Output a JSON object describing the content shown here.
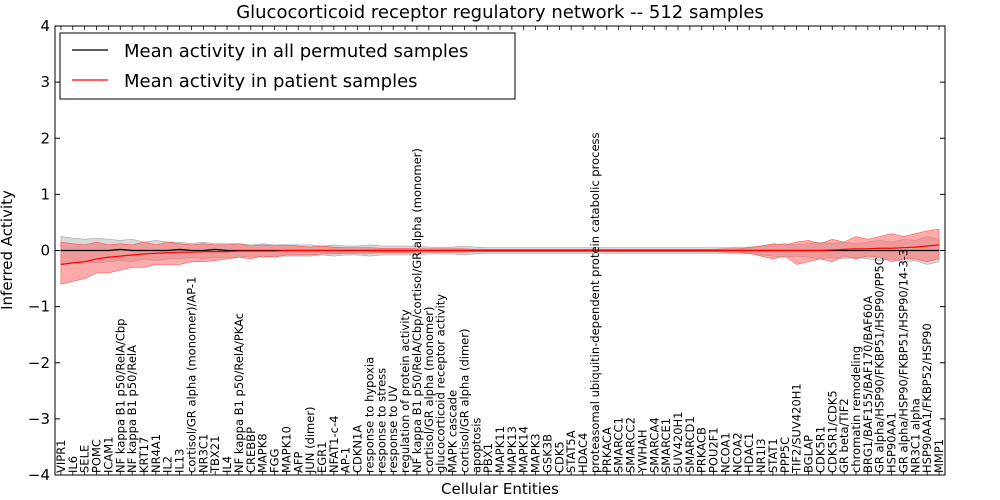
{
  "chart_data": {
    "type": "line",
    "title": "Glucocorticoid receptor regulatory network -- 512 samples",
    "xlabel": "Cellular Entities",
    "ylabel": "Inferred Activity",
    "ylim": [
      -4,
      4
    ],
    "yticks": [
      "−4",
      "−3",
      "−2",
      "−1",
      "0",
      "1",
      "2",
      "3",
      "4"
    ],
    "legend_position": "top-left",
    "grid": false,
    "colors": {
      "permuted": "#000000",
      "patient": "#ff0000",
      "patient_band": "#ff6666",
      "permuted_band": "#bfbfbf"
    },
    "categories": [
      "VIPR1",
      "IL6",
      "SELE",
      "POMC",
      "ICAM1",
      "NF kappa B1 p50/RelA/Cbp",
      "NF kappa B1 p50/RelA",
      "KRT17",
      "NR4A1",
      "IL2",
      "IL13",
      "cortisol/GR alpha (monomer)/AP-1",
      "NR3C1",
      "TBX21",
      "IL4",
      "NF kappa B1 p50/RelA/PKAc",
      "CREBBP",
      "MAPK8",
      "FGG",
      "MAPK10",
      "AFP",
      "JUN (dimer)",
      "EGR1",
      "NFAT1-c-4",
      "AP-1",
      "CDKN1A",
      "response to hypoxia",
      "response to stress",
      "response to UV",
      "regulation of protein activity",
      "NF kappa B1 p50/RelA/Cbp/cortisol/GR alpha (monomer)",
      "cortisol/GR alpha (monomer)",
      "glucocorticoid receptor activity",
      "MAPK cascade",
      "cortisol/GR alpha (dimer)",
      "apoptosis",
      "PBX1",
      "MAPK11",
      "MAPK13",
      "MAPK14",
      "MAPK3",
      "GSK3B",
      "CDK5",
      "STAT5A",
      "HDAC4",
      "proteasomal ubiquitin-dependent protein catabolic process",
      "PRKACA",
      "SMARCC1",
      "SMARCC2",
      "YWHAH",
      "SMARCA4",
      "SMARCE1",
      "SUV420H1",
      "SMARCD1",
      "PRKACB",
      "POU2F1",
      "NCOA1",
      "NCOA2",
      "HDAC1",
      "NR1I3",
      "STAT1",
      "PPP5C",
      "TIF2/SUV420H1",
      "BGLAP",
      "CDK5R1",
      "CDK5R1/CDK5",
      "GR beta/TIF2",
      "chromatin remodeling",
      "BRG1/BAF155/BAF170/BAF60A",
      "GR alpha/HSP90/FKBP51/HSP90/PP5C",
      "HSP90AA1",
      "GR alpha/HSP90/FKBP51/HSP90/14-3-3",
      "NR3C1 alpha",
      "HSP90AA1/FKBP52/HSP90",
      "MMP1"
    ],
    "category_labels": [
      "VIPR1",
      "IL6",
      "SELE",
      "POMC",
      "ICAM1",
      "NF kappa B1 p50/RelA/Cbp",
      "NF kappa B1 p50/RelA",
      "KRT17",
      "NR4A1",
      "IL2",
      "IL13",
      "cortisol/GR alpha (monomer)/AP-1",
      "NR3C1",
      "TBX21",
      "IL4",
      "NF kappa B1 p50/RelA/PKAc",
      "CREBBP",
      "MAPK8",
      "FGG",
      "MAPK10",
      "AFP",
      "JUN (dimer)",
      "EGR1",
      "NFAT1-c-4",
      "AP-1",
      "CDKN1A",
      "response to hypoxia",
      "response to stress",
      "response to UV",
      "regulation of protein activity",
      "NF kappa B1 p50/RelA/Cbp/cortisol/GR alpha (monomer)",
      "cortisol/GR alpha (monomer)",
      "glucocorticoid receptor activity",
      "MAPK cascade",
      "cortisol/GR alpha (dimer)",
      "apoptosis",
      "PBX1",
      "MAPK11",
      "MAPK13",
      "MAPK14",
      "MAPK3",
      "GSK3B",
      "CDK5",
      "STAT5A",
      "HDAC4",
      "proteasomal ubiquitin-dependent protein catabolic process",
      "PRKACA",
      "SMARCC1",
      "SMARCC2",
      "YWHAH",
      "SMARCA4",
      "SMARCE1",
      "SUV420H1",
      "SMARCD1",
      "PRKACB",
      "POU2F1",
      "NCOA1",
      "NCOA2",
      "HDAC1",
      "NR1I3",
      "STAT1",
      "PPP5C",
      "TIF2/SUV420H1",
      "BGLAP",
      "CDK5R1",
      "CDK5R1/CDK5",
      "GR beta/TIF2",
      "chromatin remodeling",
      "BRG1/BAF155/BAF170/BAF60A",
      "GR alpha/HSP90/FKBP51/HSP90/PP5C",
      "HSP90AA1",
      "GR alpha/HSP90/FKBP51/HSP90/14-3-3",
      "NR3C1 alpha",
      "HSP90AA1/FKBP52/HSP90",
      "MMP1"
    ],
    "series": [
      {
        "name": "Mean activity in all permuted samples",
        "values": [
          0.0,
          0.0,
          0.0,
          0.0,
          0.0,
          0.02,
          0.0,
          0.0,
          0.0,
          0.0,
          0.02,
          0.0,
          0.0,
          0.02,
          0.0,
          0.0,
          0.0,
          0.0,
          0.0,
          0.0,
          0.0,
          0.0,
          0.0,
          0.0,
          0.0,
          0.0,
          0.0,
          0.0,
          0.0,
          0.0,
          0.0,
          0.0,
          0.0,
          0.0,
          0.0,
          0.0,
          0.0,
          0.0,
          0.0,
          0.0,
          0.0,
          0.0,
          0.0,
          0.0,
          0.0,
          0.0,
          0.0,
          0.0,
          0.0,
          0.0,
          0.0,
          0.0,
          0.0,
          0.0,
          0.0,
          0.0,
          0.0,
          0.0,
          0.0,
          0.0,
          0.0,
          0.0,
          0.0,
          0.0,
          0.0,
          0.0,
          0.0,
          0.0,
          0.0,
          0.0,
          0.0,
          0.0,
          0.0,
          0.0,
          0.0
        ],
        "band_low": [
          -0.25,
          -0.22,
          -0.2,
          -0.22,
          -0.2,
          -0.18,
          -0.2,
          -0.15,
          -0.18,
          -0.15,
          -0.15,
          -0.12,
          -0.15,
          -0.12,
          -0.12,
          -0.12,
          -0.1,
          -0.12,
          -0.1,
          -0.1,
          -0.1,
          -0.1,
          -0.08,
          -0.1,
          -0.08,
          -0.08,
          -0.1,
          -0.08,
          -0.08,
          -0.08,
          -0.08,
          -0.06,
          -0.06,
          -0.06,
          -0.08,
          -0.06,
          -0.05,
          -0.05,
          -0.05,
          -0.05,
          -0.05,
          -0.05,
          -0.05,
          -0.05,
          -0.05,
          -0.05,
          -0.05,
          -0.05,
          -0.05,
          -0.05,
          -0.05,
          -0.05,
          -0.05,
          -0.05,
          -0.05,
          -0.05,
          -0.05,
          -0.06,
          -0.06,
          -0.08,
          -0.1,
          -0.12,
          -0.1,
          -0.12,
          -0.15,
          -0.12,
          -0.15,
          -0.12,
          -0.15,
          -0.18,
          -0.15,
          -0.2,
          -0.18,
          -0.25,
          -0.2
        ],
        "band_high": [
          0.25,
          0.22,
          0.2,
          0.22,
          0.2,
          0.18,
          0.2,
          0.15,
          0.18,
          0.15,
          0.15,
          0.12,
          0.15,
          0.12,
          0.12,
          0.12,
          0.1,
          0.12,
          0.1,
          0.1,
          0.1,
          0.1,
          0.08,
          0.1,
          0.08,
          0.08,
          0.1,
          0.08,
          0.08,
          0.08,
          0.08,
          0.06,
          0.06,
          0.06,
          0.08,
          0.06,
          0.05,
          0.05,
          0.05,
          0.05,
          0.05,
          0.05,
          0.05,
          0.05,
          0.05,
          0.05,
          0.05,
          0.05,
          0.05,
          0.05,
          0.05,
          0.05,
          0.05,
          0.05,
          0.05,
          0.05,
          0.05,
          0.06,
          0.06,
          0.08,
          0.1,
          0.12,
          0.1,
          0.12,
          0.15,
          0.12,
          0.15,
          0.12,
          0.15,
          0.18,
          0.15,
          0.2,
          0.18,
          0.25,
          0.2
        ]
      },
      {
        "name": "Mean activity in patient samples",
        "values": [
          -0.25,
          -0.22,
          -0.2,
          -0.15,
          -0.12,
          -0.1,
          -0.08,
          -0.06,
          -0.05,
          -0.04,
          -0.03,
          -0.03,
          -0.02,
          -0.02,
          -0.02,
          -0.01,
          -0.01,
          -0.01,
          -0.01,
          0.0,
          0.0,
          0.0,
          0.0,
          0.0,
          0.0,
          0.0,
          0.0,
          0.0,
          0.0,
          0.0,
          0.0,
          0.0,
          0.0,
          0.0,
          0.0,
          0.0,
          0.0,
          0.0,
          0.0,
          0.0,
          0.0,
          0.0,
          0.0,
          0.0,
          0.0,
          0.0,
          0.0,
          0.0,
          0.0,
          0.0,
          0.0,
          0.0,
          0.0,
          0.0,
          0.0,
          0.0,
          0.0,
          0.0,
          0.0,
          0.0,
          0.0,
          0.0,
          0.0,
          0.0,
          0.0,
          0.01,
          0.02,
          0.03,
          0.03,
          0.04,
          0.04,
          0.05,
          0.06,
          0.08,
          0.1
        ],
        "band_low": [
          -0.6,
          -0.55,
          -0.5,
          -0.4,
          -0.4,
          -0.35,
          -0.3,
          -0.3,
          -0.25,
          -0.25,
          -0.25,
          -0.2,
          -0.2,
          -0.18,
          -0.15,
          -0.12,
          -0.15,
          -0.1,
          -0.12,
          -0.08,
          -0.08,
          -0.08,
          -0.06,
          -0.06,
          -0.05,
          -0.05,
          -0.05,
          -0.04,
          -0.04,
          -0.04,
          -0.03,
          -0.03,
          -0.03,
          -0.03,
          -0.03,
          -0.02,
          -0.02,
          -0.02,
          -0.02,
          -0.02,
          -0.02,
          -0.02,
          -0.02,
          -0.02,
          -0.02,
          -0.02,
          -0.02,
          -0.02,
          -0.02,
          -0.02,
          -0.02,
          -0.02,
          -0.02,
          -0.02,
          -0.02,
          -0.02,
          -0.03,
          -0.03,
          -0.05,
          -0.1,
          -0.15,
          -0.1,
          -0.25,
          -0.2,
          -0.15,
          -0.2,
          -0.1,
          -0.15,
          -0.1,
          -0.12,
          -0.2,
          -0.15,
          -0.15,
          -0.2,
          -0.15
        ],
        "band_high": [
          0.15,
          0.12,
          0.1,
          0.15,
          0.1,
          0.12,
          0.1,
          0.15,
          0.1,
          0.15,
          0.12,
          0.1,
          0.12,
          0.1,
          0.1,
          0.12,
          0.08,
          0.1,
          0.08,
          0.1,
          0.08,
          0.06,
          0.08,
          0.06,
          0.05,
          0.05,
          0.05,
          0.04,
          0.04,
          0.04,
          0.03,
          0.03,
          0.03,
          0.03,
          0.03,
          0.02,
          0.02,
          0.02,
          0.02,
          0.02,
          0.02,
          0.02,
          0.02,
          0.02,
          0.02,
          0.02,
          0.02,
          0.02,
          0.02,
          0.02,
          0.02,
          0.02,
          0.02,
          0.02,
          0.02,
          0.02,
          0.03,
          0.03,
          0.05,
          0.08,
          0.12,
          0.1,
          0.15,
          0.18,
          0.12,
          0.2,
          0.15,
          0.25,
          0.2,
          0.25,
          0.3,
          0.25,
          0.3,
          0.35,
          0.38
        ]
      }
    ]
  }
}
